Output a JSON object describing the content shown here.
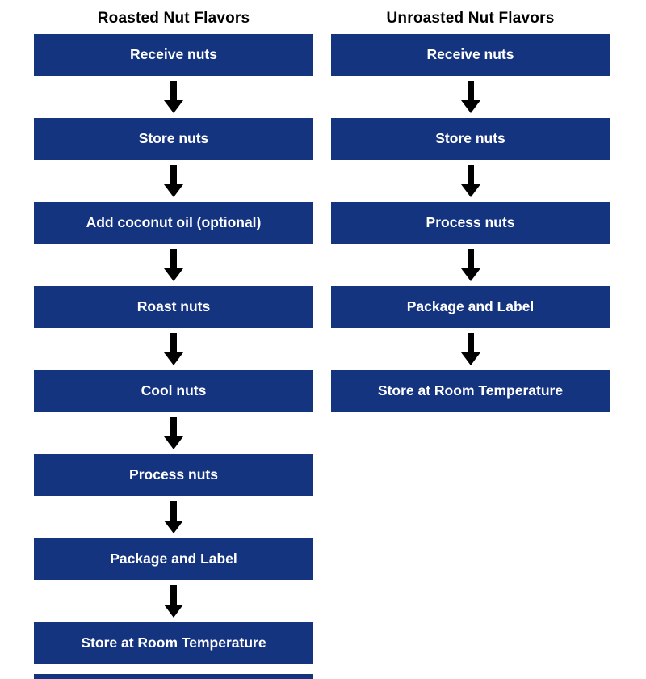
{
  "colors": {
    "box_bg": "#153480",
    "box_text": "#ffffff",
    "arrow": "#000000",
    "title_text": "#000000",
    "background": "#ffffff"
  },
  "columns": [
    {
      "title": "Roasted Nut Flavors",
      "steps": [
        "Receive nuts",
        "Store nuts",
        "Add coconut oil (optional)",
        "Roast nuts",
        "Cool nuts",
        "Process nuts",
        "Package and Label",
        "Store at Room Temperature"
      ],
      "cropped_next_box": true
    },
    {
      "title": "Unroasted Nut Flavors",
      "steps": [
        "Receive nuts",
        "Store nuts",
        "Process nuts",
        "Package and Label",
        "Store at Room Temperature"
      ],
      "cropped_next_box": false
    }
  ]
}
